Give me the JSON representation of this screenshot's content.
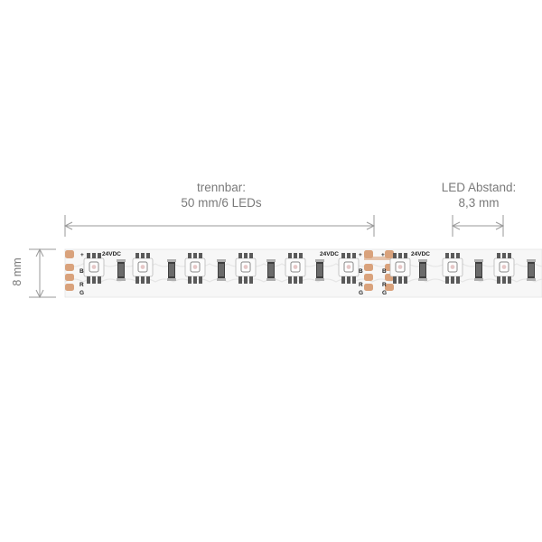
{
  "dimensions": {
    "cut": {
      "line1": "trennbar:",
      "line2": "50 mm/6 LEDs"
    },
    "pitch": {
      "line1": "LED Abstand:",
      "line2": "8,3 mm"
    },
    "height": "8 mm"
  },
  "strip": {
    "voltage_marks": [
      "24VDC",
      "24VDC",
      "24VDC"
    ],
    "plus_marks": [
      "+",
      "+",
      "+"
    ],
    "pad_letters": [
      "B",
      "R",
      "G"
    ],
    "colors": {
      "strip": "#f7f7f7",
      "pad": "#d9a27c",
      "line": "#9a9a9a"
    }
  }
}
